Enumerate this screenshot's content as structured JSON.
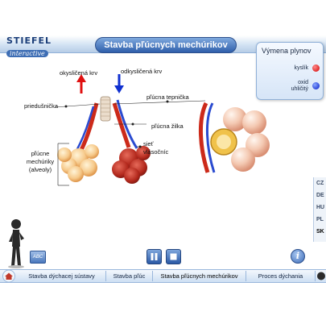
{
  "header": {
    "logo_main": "STIEFEL",
    "logo_sub": "interactive",
    "title": "Stavba pľúcnych mechúrikov"
  },
  "exchange_panel": {
    "title": "Výmena plynov",
    "oxygen_label": "kyslík",
    "co2_label_line1": "oxid",
    "co2_label_line2": "uhličitý",
    "oxygen_color": "#d10000",
    "co2_color": "#0018c8"
  },
  "illustration": {
    "labels": {
      "oxygenated_blood": "okysličená krv",
      "deoxygenated_blood": "odkysličená krv",
      "bronchiole": "priedušnička",
      "pulmonary_artery": "pľúcna tepnička",
      "pulmonary_vein": "pľúcna žilka",
      "alveoli_line1": "pľúcne",
      "alveoli_line2": "mechúriky",
      "alveoli_line3": "(alveoly)",
      "capillaries_line1": "sieť",
      "capillaries_line2": "vlásočníc"
    }
  },
  "languages": [
    "CZ",
    "DE",
    "HU",
    "PL",
    "SK"
  ],
  "active_language": "SK",
  "controls": {
    "abc_label": "ABC",
    "info_label": "i"
  },
  "nav": {
    "items": [
      "Stavba dýchacej sústavy",
      "Stavba pľúc",
      "Stavba pľúcnych mechúrikov",
      "Proces dýchania"
    ],
    "active_index": 2
  }
}
